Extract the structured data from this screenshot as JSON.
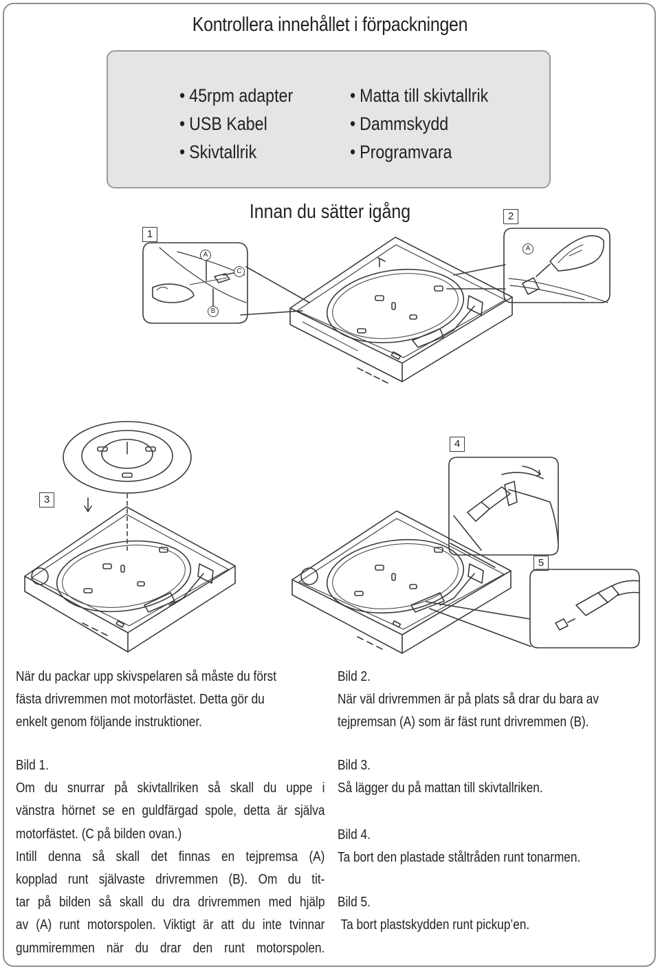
{
  "title": "Kontrollera innehållet i förpackningen",
  "contents": {
    "left": [
      "45rpm adapter",
      "USB Kabel",
      "Skivtallrik"
    ],
    "right": [
      "Matta till skivtallrik",
      "Dammskydd",
      "Programvara"
    ]
  },
  "subtitle": "Innan du sätter igång",
  "figures": {
    "fig1": {
      "number": "1",
      "callouts": [
        "A",
        "B",
        "C"
      ]
    },
    "fig2": {
      "number": "2",
      "callouts": [
        "A"
      ]
    },
    "fig3": {
      "number": "3"
    },
    "fig4": {
      "number": "4"
    },
    "fig5": {
      "number": "5"
    }
  },
  "intro": [
    "När du packar upp skivspelaren så måste du först",
    "fästa drivremmen mot motorfästet. Detta gör du",
    "enkelt genom följande instruktioner."
  ],
  "bild1": {
    "heading": "Bild 1.",
    "lines": [
      "Om du snurrar på skivtallriken så skall du uppe i",
      "vänstra hörnet se en guldfärgad spole, detta är själva",
      "motorfästet. (C på bilden ovan.)",
      "Intill denna så skall det finnas en tejpremsa (A)",
      "kopplad runt självaste drivremmen (B). Om du tit-",
      "tar på bilden så skall du dra drivremmen med hjälp",
      "av (A) runt motorspolen. Viktigt är att du inte tvinnar",
      "gummiremmen när du drar den runt motorspolen."
    ]
  },
  "bild2": {
    "heading": "Bild 2.",
    "lines": [
      "När väl drivremmen är på plats så drar du bara av",
      "tejpremsan (A) som är fäst runt drivremmen (B)."
    ]
  },
  "bild3": {
    "heading": "Bild 3.",
    "text": "Så lägger du på mattan till skivtallriken."
  },
  "bild4": {
    "heading": "Bild 4.",
    "text": "Ta bort den plastade ståltråden runt tonarmen."
  },
  "bild5": {
    "heading": "Bild 5.",
    "text": " Ta bort plastskydden runt pickup’en."
  }
}
